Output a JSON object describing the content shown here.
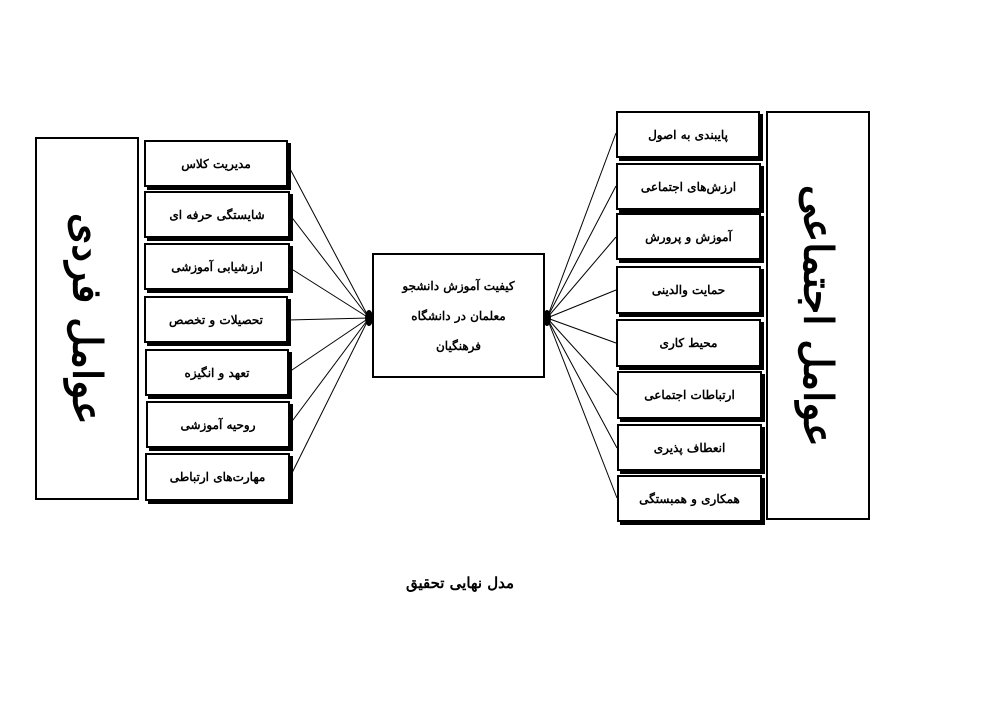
{
  "left_group": {
    "title": "عوامل فردی",
    "items": [
      "مدیریت کلاس",
      "شایستگی حرفه ای",
      "ارزشیابی آموزشی",
      "تحصیلات و تخصص",
      "تعهد و انگیزه",
      "روحیه آموزشی",
      "مهارت‌های ارتباطی"
    ]
  },
  "right_group": {
    "title": "عوامل اجتماعی",
    "items": [
      "پایبندی به اصول",
      "ارزش‌های اجتماعی",
      "آموزش و پرورش",
      "حمایت والدینی",
      "محیط کاری",
      "ارتباطات اجتماعی",
      "انعطاف پذیری",
      "همکاری و همبستگی"
    ]
  },
  "center": {
    "lines": [
      "کیفیت آموزش دانشجو",
      "معلمان در دانشگاه",
      "فرهنگیان"
    ]
  },
  "caption": "مدل نهایی تحقیق"
}
